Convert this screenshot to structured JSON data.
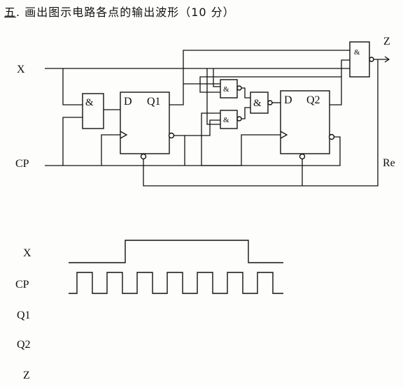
{
  "question": {
    "number": "五",
    "text": "画出图示电路各点的输出波形（10 分）"
  },
  "circuit": {
    "input_x": "X",
    "input_cp": "CP",
    "output_z": "Z",
    "reset": "Re",
    "and_symbol": "&",
    "ff1": {
      "d": "D",
      "q": "Q1"
    },
    "ff2": {
      "d": "D",
      "q": "Q2"
    }
  },
  "waveforms": {
    "rows": [
      {
        "label": "X"
      },
      {
        "label": "CP"
      },
      {
        "label": "Q1"
      },
      {
        "label": "Q2"
      },
      {
        "label": "Z"
      }
    ]
  }
}
